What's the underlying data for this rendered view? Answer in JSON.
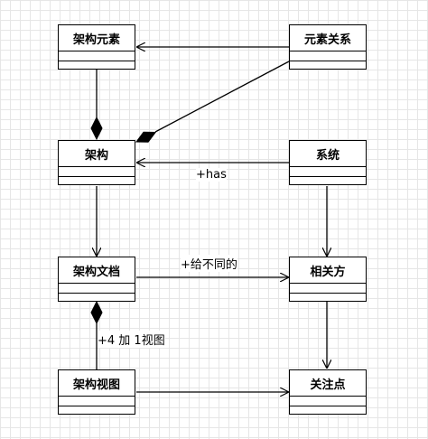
{
  "classes": {
    "arch_element": "架构元素",
    "element_relation": "元素关系",
    "architecture": "架构",
    "system": "系统",
    "arch_document": "架构文档",
    "stakeholder": "相关方",
    "arch_view": "架构视图",
    "concern": "关注点"
  },
  "edge_labels": {
    "has": "+has",
    "for_different": "+给不同的",
    "plus_four_views": "+4 加 1视图"
  }
}
